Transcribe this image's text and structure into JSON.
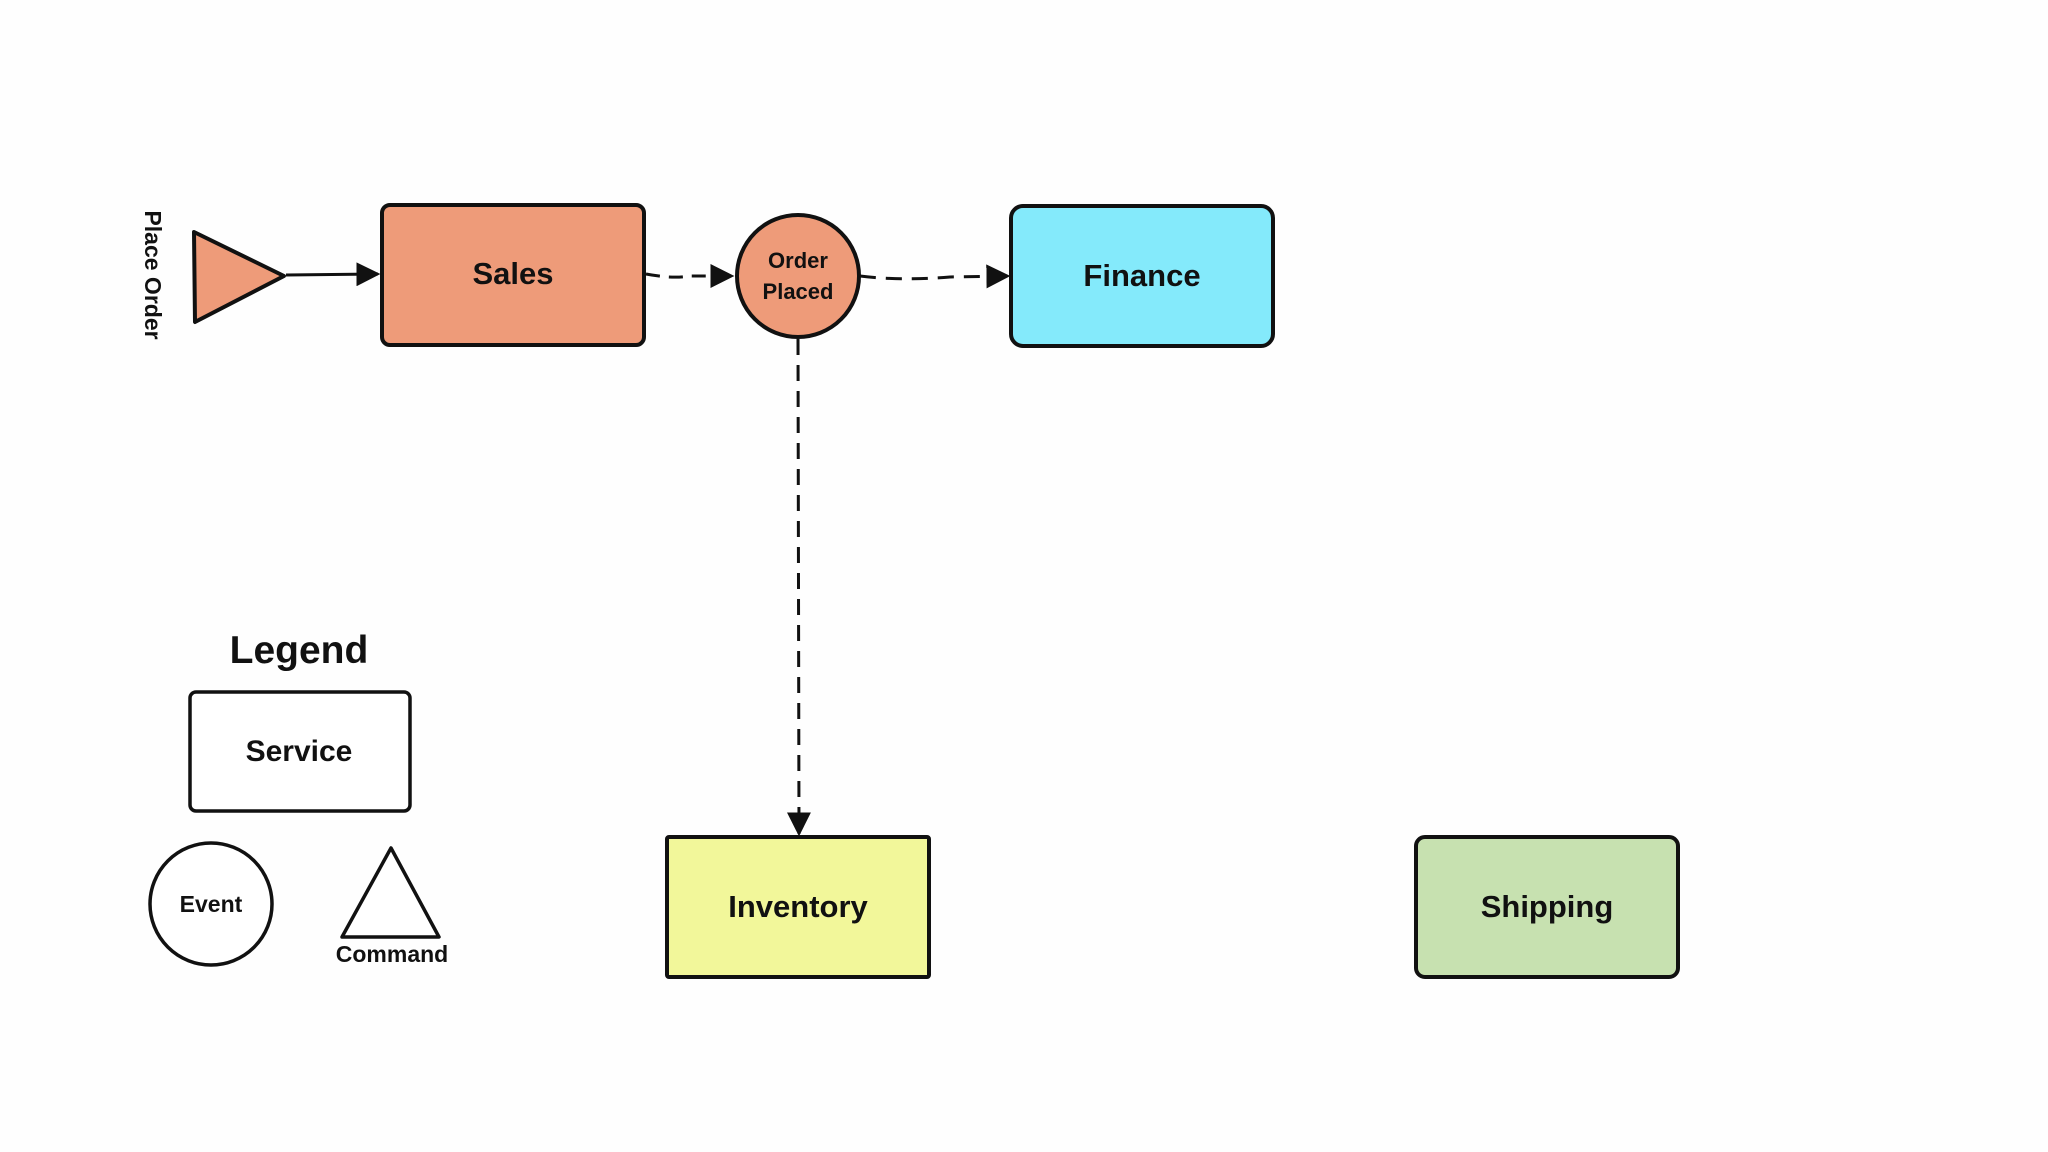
{
  "diagram": {
    "command_label": "Place Order",
    "services": {
      "sales": "Sales",
      "finance": "Finance",
      "inventory": "Inventory",
      "shipping": "Shipping"
    },
    "event": {
      "line1": "Order",
      "line2": "Placed"
    },
    "colors": {
      "sales": "#ee9b79",
      "finance": "#84eafb",
      "inventory": "#f2f79a",
      "shipping": "#c7e1b0",
      "event": "#ee9b79",
      "command": "#ee9b79",
      "stroke": "#111111"
    }
  },
  "legend": {
    "title": "Legend",
    "service": "Service",
    "event": "Event",
    "command": "Command"
  }
}
